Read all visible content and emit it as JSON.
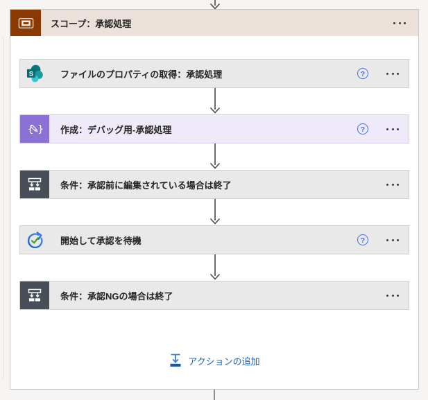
{
  "scope": {
    "title": "スコープ：承認処理",
    "icon": "scope-frame-icon",
    "menu_icon": "more-horizontal-icon"
  },
  "actions": [
    {
      "title": "ファイルのプロパティの取得：承認処理",
      "icon": "sharepoint-icon",
      "has_help": true
    },
    {
      "title": "作成：デバッグ用-承認処理",
      "icon": "compose-icon",
      "has_help": true
    },
    {
      "title": "条件：承認前に編集されている場合は終了",
      "icon": "condition-icon",
      "has_help": false
    },
    {
      "title": "開始して承認を待機",
      "icon": "approvals-icon",
      "has_help": true
    },
    {
      "title": "条件：承認NGの場合は終了",
      "icon": "condition-icon",
      "has_help": false
    }
  ],
  "sharepoint_logo_letter": "S",
  "help_glyph": "?",
  "add_action": {
    "label": "アクションの追加",
    "icon": "add-action-icon"
  },
  "colors": {
    "canvas_bg": "#f6f5f4",
    "scope_header_bg": "#ece1da",
    "scope_icon_bg": "#8a3900",
    "card_gray_bg": "#e9e9e9",
    "card_purple_bg": "#efeafa",
    "compose_icon_bg": "#8b71d6",
    "condition_icon_bg": "#484f58",
    "sharepoint_teal": "#036c70",
    "approvals_blue": "#2b6be4",
    "approvals_check_green": "#44a33f",
    "help_blue": "#3b6fe0",
    "link_blue": "#1766c4",
    "connector_gray": "#47484a"
  }
}
